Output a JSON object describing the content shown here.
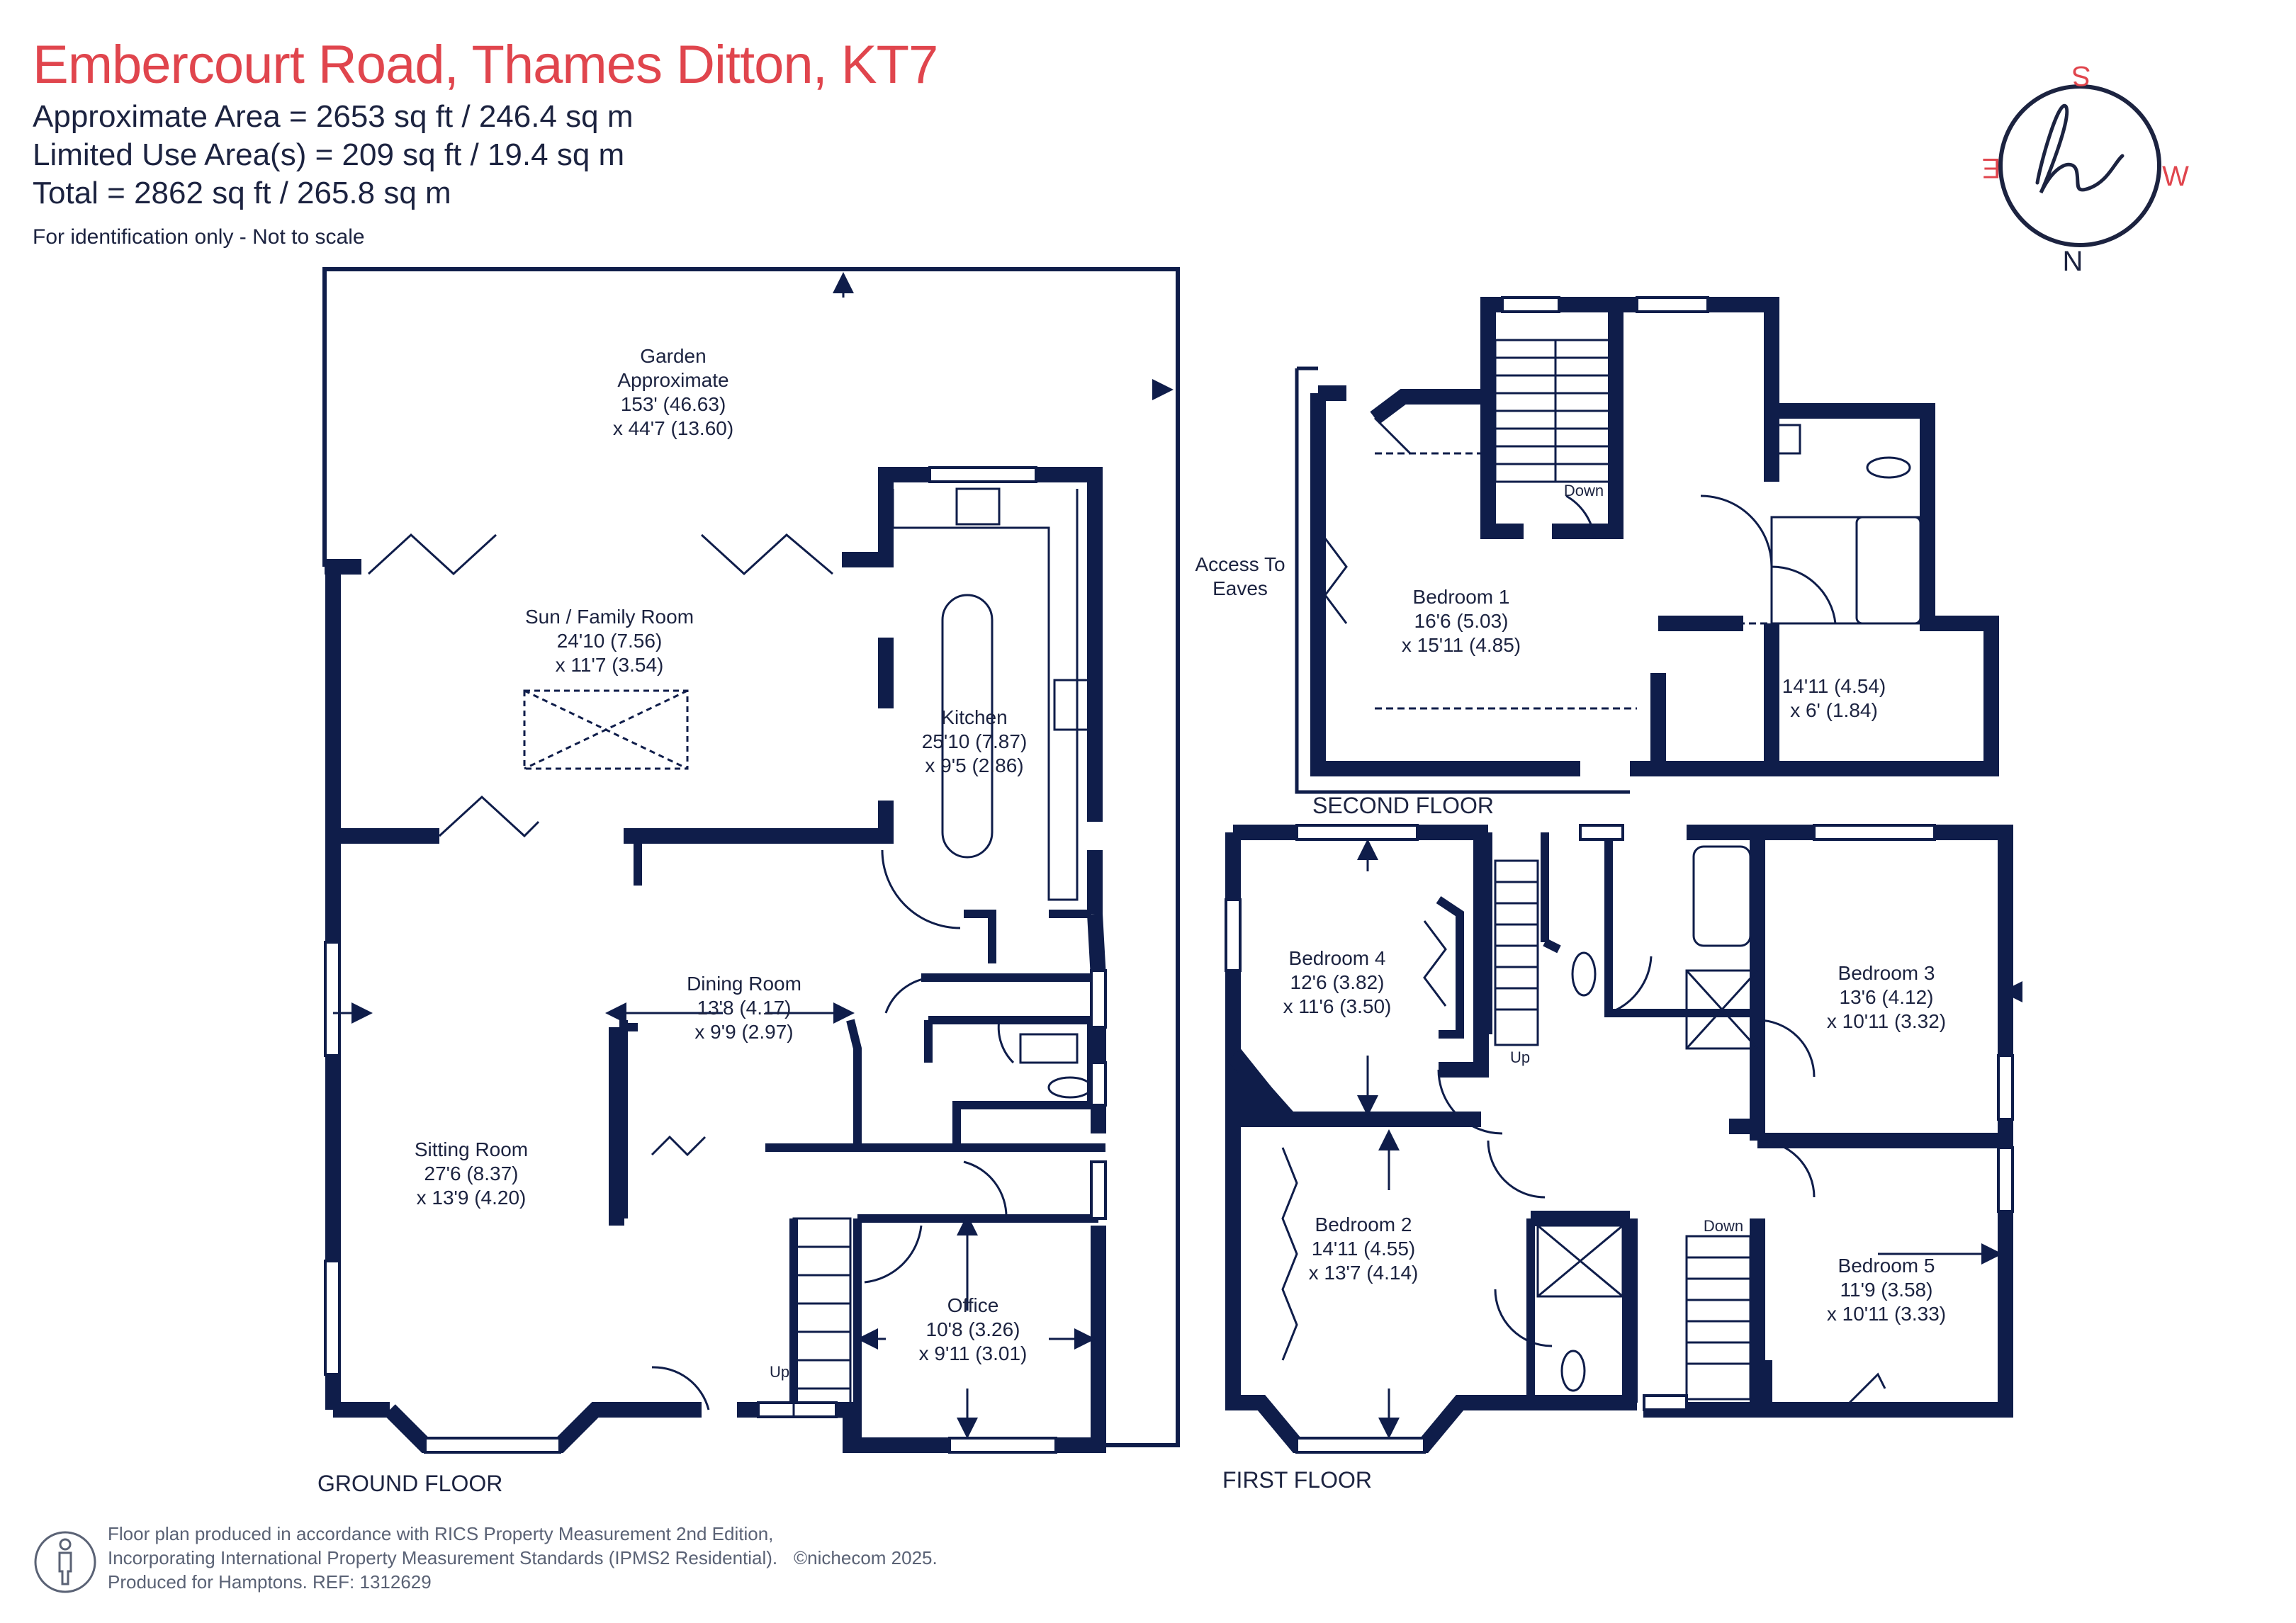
{
  "header": {
    "title": "Embercourt Road, Thames Ditton, KT7",
    "approximate_area": "Approximate Area = 2653 sq ft / 246.4 sq m",
    "limited_use_area": "Limited Use Area(s) = 209 sq ft / 19.4 sq m",
    "total": "Total = 2862 sq ft / 265.8 sq m",
    "note": "For identification only - Not to scale"
  },
  "compass": {
    "n": "N",
    "s": "S",
    "e": "E",
    "w": "W",
    "logo": "h",
    "color": "#e0454d",
    "ring_color": "#1c2340"
  },
  "floors": {
    "ground": "GROUND FLOOR",
    "first": "FIRST FLOOR",
    "second": "SECOND FLOOR"
  },
  "rooms": {
    "garden": [
      "Garden",
      "Approximate",
      "153' (46.63)",
      "x 44'7 (13.60)"
    ],
    "sun_family": [
      "Sun / Family Room",
      "24'10 (7.56)",
      "x 11'7 (3.54)"
    ],
    "kitchen": [
      "Kitchen",
      "25'10 (7.87)",
      "x 9'5 (2.86)"
    ],
    "dining": [
      "Dining Room",
      "13'8 (4.17)",
      "x 9'9 (2.97)"
    ],
    "sitting": [
      "Sitting Room",
      "27'6 (8.37)",
      "x 13'9 (4.20)"
    ],
    "office": [
      "Office",
      "10'8 (3.26)",
      "x 9'11 (3.01)"
    ],
    "bedroom1": [
      "Bedroom 1",
      "16'6 (5.03)",
      "x 15'11 (4.85)"
    ],
    "second_extra": [
      "14'11 (4.54)",
      "x 6' (1.84)"
    ],
    "bedroom2": [
      "Bedroom 2",
      "14'11 (4.55)",
      "x 13'7 (4.14)"
    ],
    "bedroom3": [
      "Bedroom 3",
      "13'6 (4.12)",
      "x 10'11 (3.32)"
    ],
    "bedroom4": [
      "Bedroom 4",
      "12'6 (3.82)",
      "x 11'6 (3.50)"
    ],
    "bedroom5": [
      "Bedroom 5",
      "11'9 (3.58)",
      "x 10'11 (3.33)"
    ],
    "access_eaves": [
      "Access To",
      "Eaves"
    ]
  },
  "stair_labels": {
    "up_ground": "Up",
    "up_first": "Up",
    "down_first": "Down",
    "down_second": "Down"
  },
  "footer": {
    "line1": "Floor plan produced in accordance with RICS Property Measurement 2nd Edition,",
    "line2": "Incorporating International Property Measurement Standards (IPMS2 Residential).",
    "line3": "Produced for Hamptons.   REF:  1312629",
    "copyright": "©nichecom 2025."
  },
  "colors": {
    "wall": "#0f1d4a",
    "accent": "#e0454d",
    "text": "#1c2340",
    "grey": "#5a6275"
  }
}
